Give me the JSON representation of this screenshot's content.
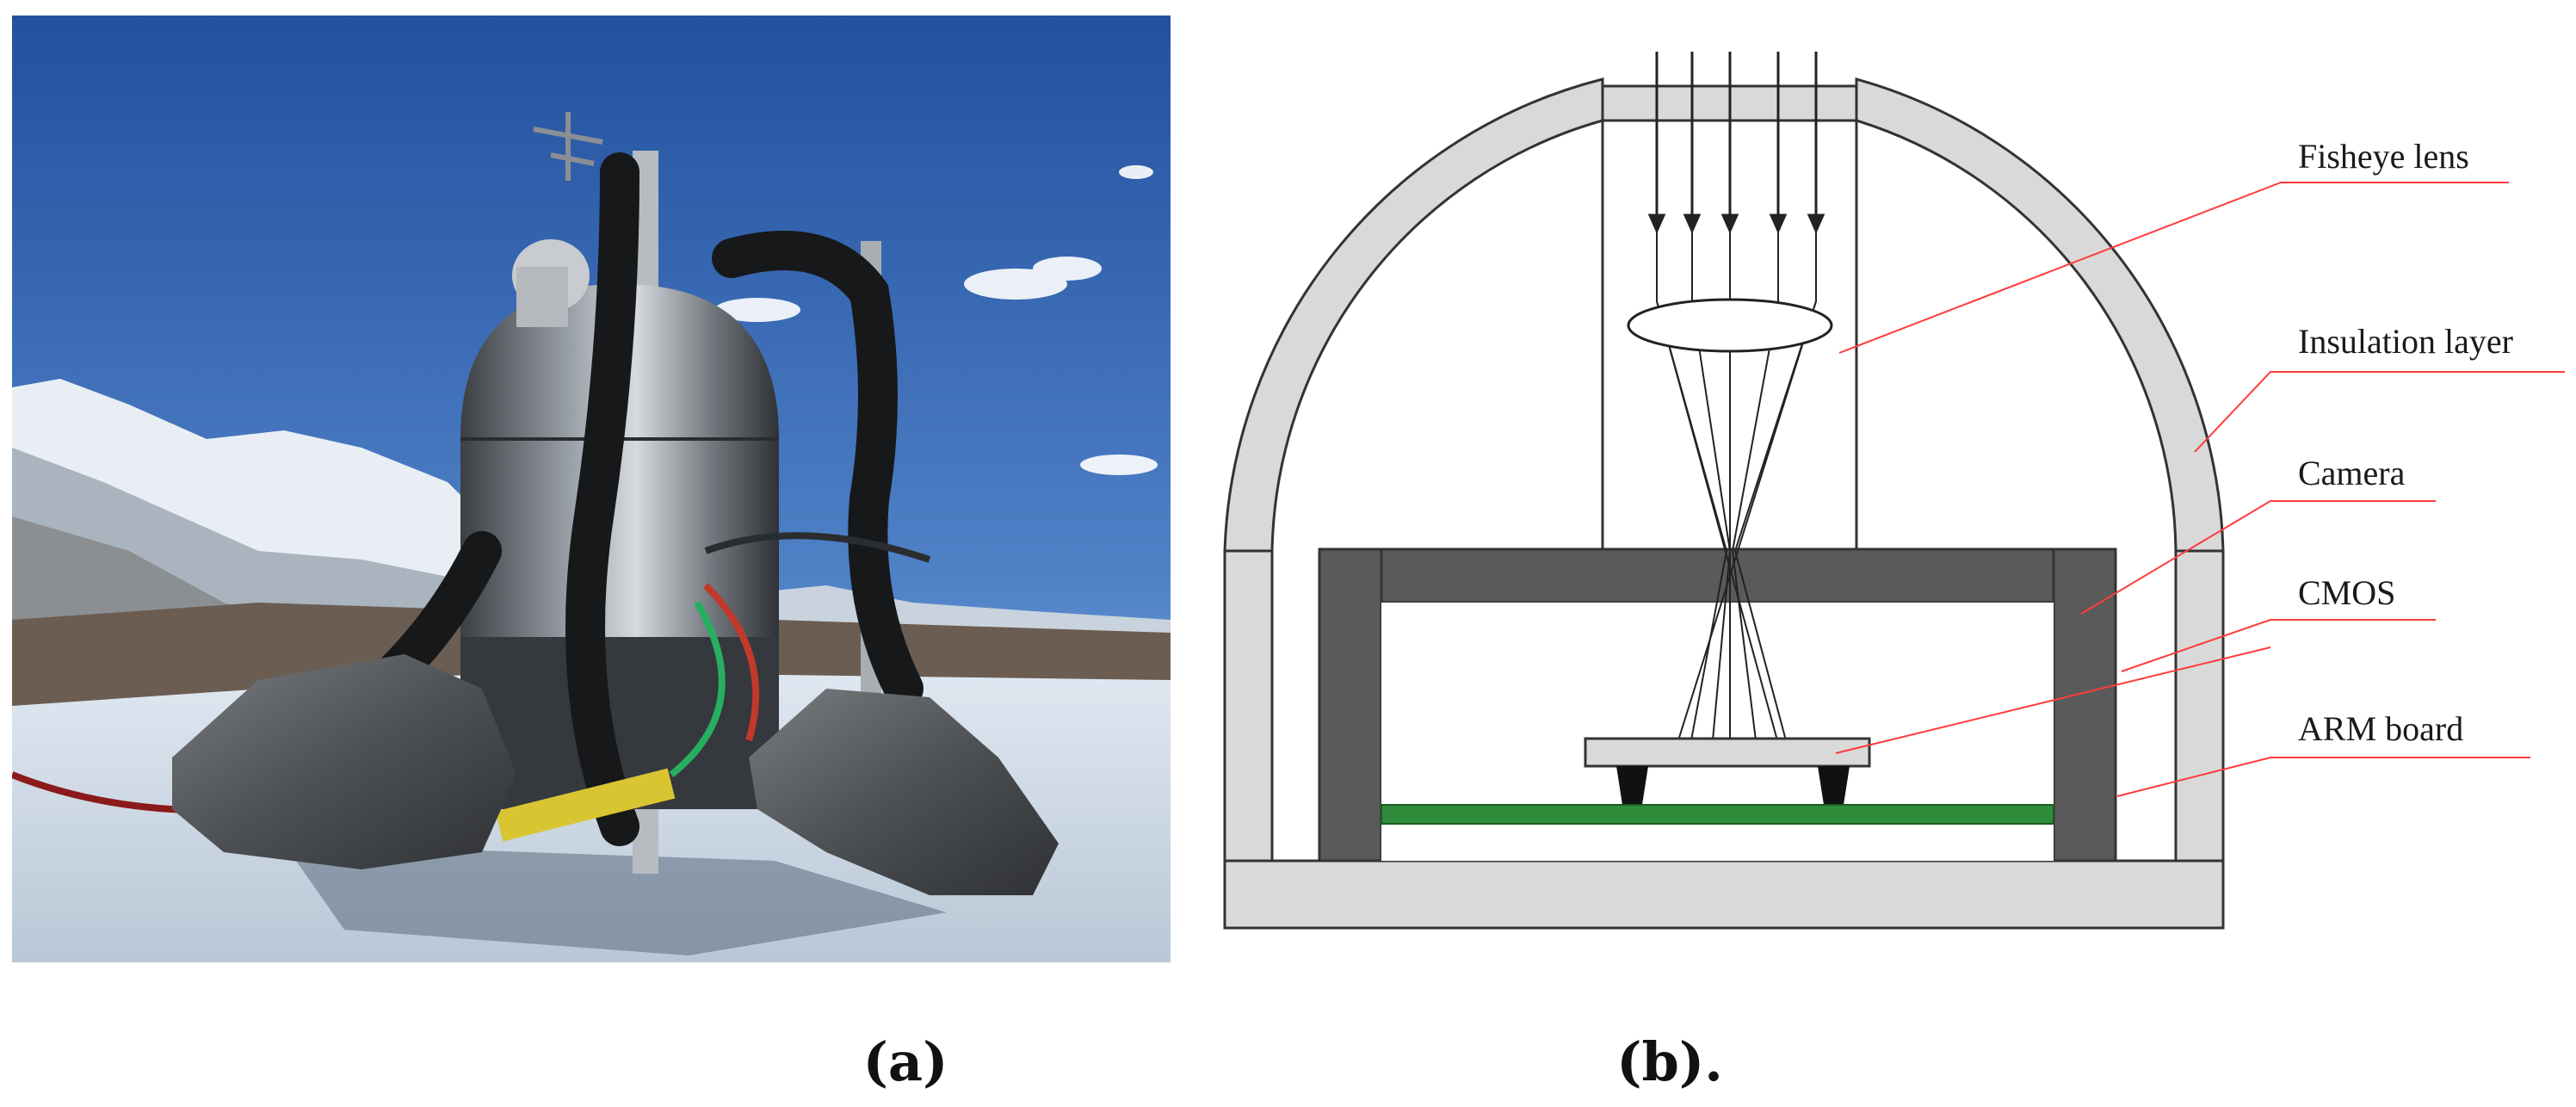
{
  "panel_a": {
    "caption": "(a)"
  },
  "panel_b": {
    "caption": "(b).",
    "labels": [
      {
        "key": "fisheye",
        "text": "Fisheye lens"
      },
      {
        "key": "insulation",
        "text": "Insulation layer"
      },
      {
        "key": "camera",
        "text": "Camera"
      },
      {
        "key": "cmos",
        "text": "CMOS"
      },
      {
        "key": "arm",
        "text": "ARM board"
      }
    ]
  },
  "colors": {
    "sky_top": "#2a56a3",
    "sky_bottom": "#8fb7e2",
    "insulation": "#d9d9d9",
    "camera_body": "#5a5a5a",
    "arm_board": "#2e8b3a",
    "leader_lines": "#ff3b3b",
    "outline": "#333333"
  }
}
